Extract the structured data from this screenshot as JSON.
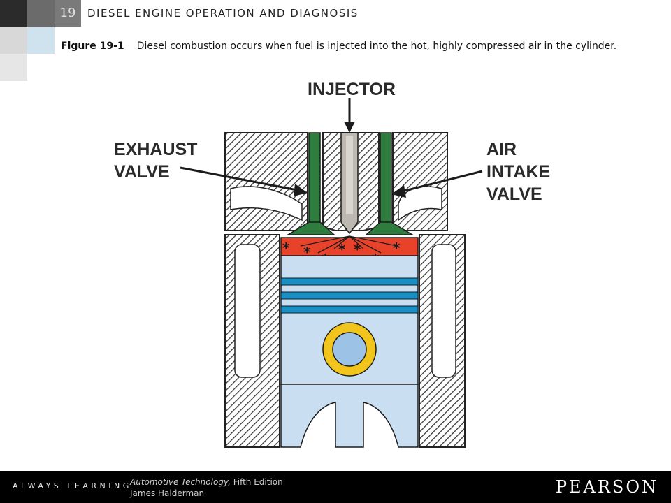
{
  "header": {
    "chapter_number": "19",
    "chapter_title": "DIESEL ENGINE OPERATION AND DIAGNOSIS"
  },
  "caption": {
    "figure_label": "Figure 19-1",
    "text": "Diesel combustion occurs when fuel is injected into the hot, highly compressed air in the cylinder."
  },
  "diagram": {
    "labels": {
      "injector": "INJECTOR",
      "exhaust_line1": "EXHAUST",
      "exhaust_line2": "VALVE",
      "air_line1": "AIR",
      "air_line2": "INTAKE",
      "air_line3": "VALVE"
    },
    "colors": {
      "valve": "#2f7d3e",
      "combustion": "#e8432a",
      "piston": "#c9def0",
      "rings": "#1a8fc4",
      "pin_ring": "#f2c51c",
      "pin": "#9cc3e6",
      "injector": "#bdb9b0",
      "block_hatch": "#333333"
    }
  },
  "footer": {
    "tagline": "ALWAYS LEARNING",
    "book_title": "Automotive Technology,",
    "edition": " Fifth Edition",
    "author": "James Halderman",
    "publisher": "PEARSON"
  }
}
